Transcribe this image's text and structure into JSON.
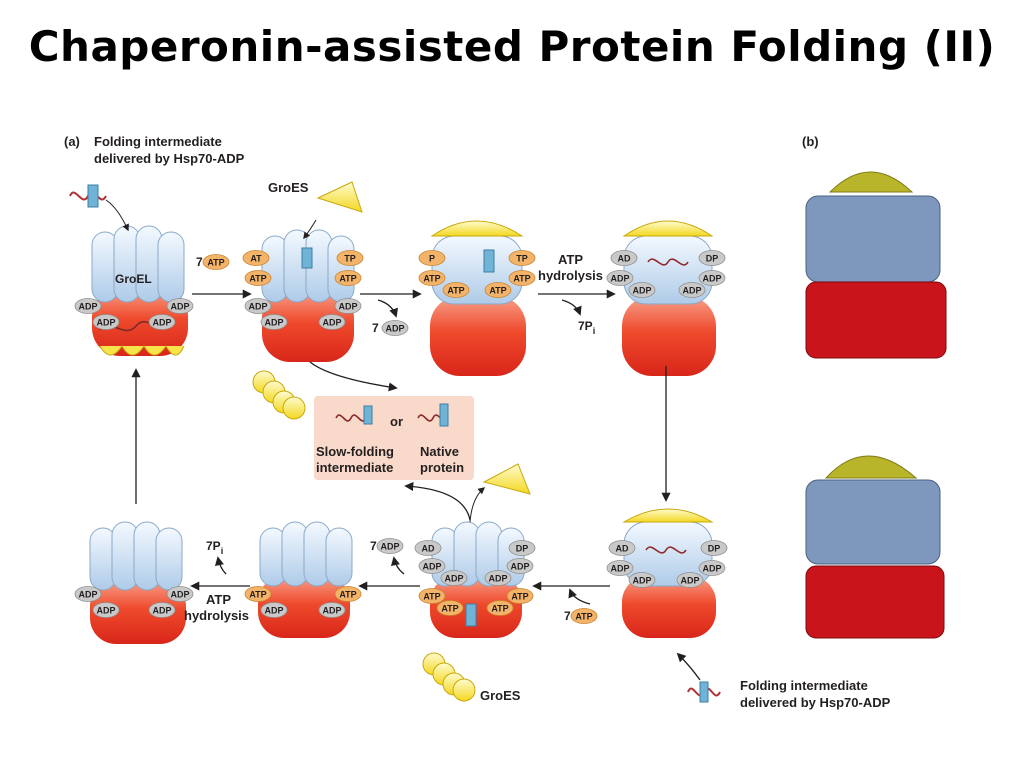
{
  "title": "Chaperonin-assisted Protein Folding (II)",
  "panel_a": {
    "label": "(a)",
    "start_caption": [
      "Folding intermediate",
      "delivered by Hsp70-ADP"
    ],
    "groel_label": "GroEL",
    "groes_top_label": "GroES",
    "atp_in_label": "7",
    "adp_out_label": "7",
    "hydrolysis_top": [
      "ATP",
      "hydrolysis"
    ],
    "pi_top": "7P",
    "pi_sub": "i",
    "or_label": "or",
    "slow_label": [
      "Slow-folding",
      "intermediate"
    ],
    "native_label": [
      "Native",
      "protein"
    ],
    "adp_out_bottom": "7",
    "pi_bottom": "7P",
    "pi_bottom_sub": "i",
    "hydrolysis_bottom": [
      "ATP",
      "hydrolysis"
    ],
    "atp_in_bottom": "7",
    "groes_bottom_label": "GroES",
    "end_caption": [
      "Folding intermediate",
      "delivered by Hsp70-ADP"
    ],
    "badges": {
      "adp": "ADP",
      "atp": "ATP",
      "partial_adp": "AD",
      "partial_atp": "AT",
      "partial_p": "P",
      "partial_dp": "DP",
      "partial_tp": "TP"
    }
  },
  "panel_b": {
    "label": "(b)"
  },
  "colors": {
    "groel_top": "#c8dcf0",
    "groel_bottom": "#e8412c",
    "groes": "#f7e34a",
    "adp": "#c9c9c9",
    "atp": "#f3b46a",
    "box": "#f9d9c9",
    "struct_yellow": "#b9b52a",
    "struct_blue": "#7d97bd",
    "struct_red": "#c8141a"
  }
}
